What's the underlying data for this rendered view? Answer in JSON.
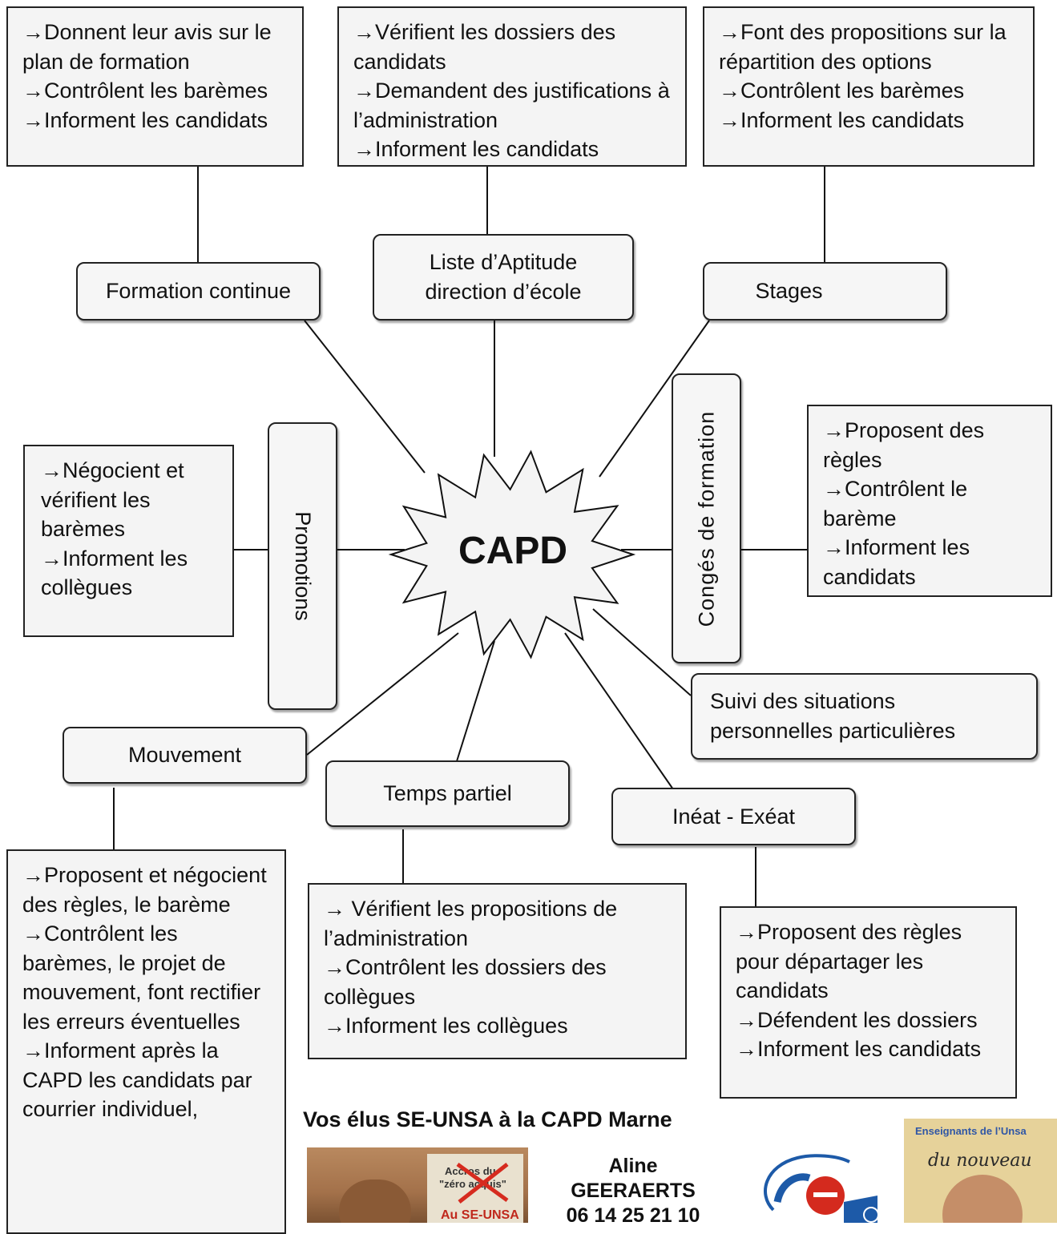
{
  "center": {
    "label": "CAPD"
  },
  "nodes": {
    "formation_continue": "Formation continue",
    "liste_aptitude": "Liste d’Aptitude\ndirection d’école",
    "stages": "Stages",
    "promotions": "Promotions",
    "conges_formation": "Congés  de formation",
    "mouvement": "Mouvement",
    "temps_partiel": "Temps partiel",
    "ineat_exeat": "Inéat - Exéat",
    "suivi_situations": "Suivi des situations\npersonnelles particulières"
  },
  "boxes": {
    "formation_continue": [
      "Donnent leur avis sur le plan de formation",
      "Contrôlent les barèmes",
      "Informent les candidats"
    ],
    "liste_aptitude": [
      "Vérifient les dossiers des candidats",
      "Demandent des justifications à l’administration",
      "Informent les candidats"
    ],
    "stages": [
      "Font des propositions sur la répartition des options",
      "Contrôlent les barèmes",
      "Informent les candidats"
    ],
    "promotions": [
      "Négocient et vérifient les barèmes",
      "Informent les collègues"
    ],
    "conges_formation": [
      "Proposent des règles",
      "Contrôlent le barème",
      "Informent les candidats"
    ],
    "mouvement": [
      "Proposent et négocient des règles, le barème",
      "Contrôlent les barèmes, le projet de mouvement, font rectifier les erreurs éventuelles",
      "Informent après la CAPD les candidats par courrier individuel,"
    ],
    "temps_partiel": [
      " Vérifient les propositions de l’administration",
      "Contrôlent les dossiers des collègues",
      "Informent les collègues"
    ],
    "ineat_exeat": [
      "Proposent des règles pour départager les candidats",
      "Défendent les dossiers",
      "Informent les candidats"
    ]
  },
  "footer": {
    "title": "Vos élus SE-UNSA à la CAPD Marne",
    "elected_name_first": "Aline",
    "elected_name_last": "GEERAERTS",
    "elected_phone": "06 14 25 21 10",
    "photo_sign_line1": "Accros du",
    "photo_sign_line2": "\"zéro acquis\"",
    "photo_sign_line3": "Au SE-UNSA",
    "poster_header": "Enseignants de l’Unsa",
    "poster_text": "du nouveau"
  },
  "colors": {
    "border": "#222222",
    "node_fill": "#f6f6f6",
    "logo_red": "#d42a1e",
    "logo_blue": "#1d5aa8",
    "poster_blue": "#2f56a6"
  }
}
